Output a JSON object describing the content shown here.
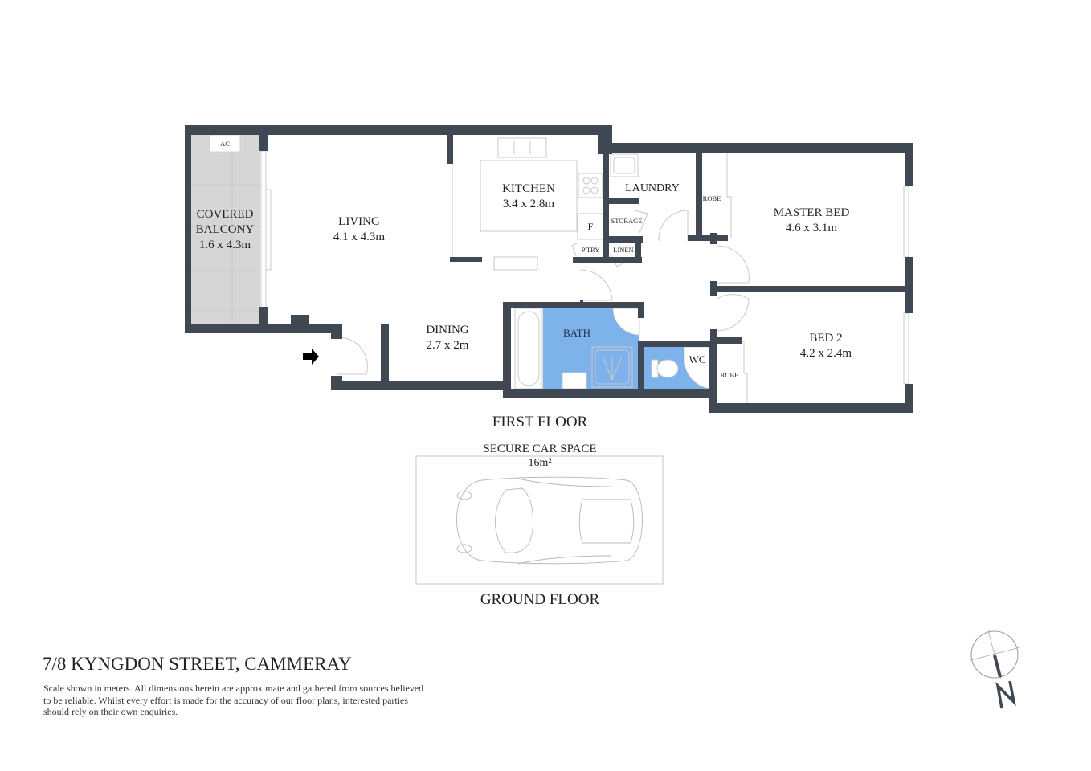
{
  "colors": {
    "wall": "#3f4853",
    "balcony_fill": "#d6d6d6",
    "wet_area_fill": "#7db3ea",
    "fixture_line": "#c9c9c9",
    "text": "#222222"
  },
  "plan": {
    "first_floor": {
      "label": "FIRST FLOOR",
      "rooms": [
        {
          "name": "COVERED",
          "name2": "BALCONY",
          "dims": "1.6 x 4.3m"
        },
        {
          "name": "LIVING",
          "dims": "4.1 x 4.3m"
        },
        {
          "name": "KITCHEN",
          "dims": "3.4 x 2.8m"
        },
        {
          "name": "DINING",
          "dims": "2.7 x 2m"
        },
        {
          "name": "LAUNDRY"
        },
        {
          "name": "MASTER BED",
          "dims": "4.6 x 3.1m"
        },
        {
          "name": "BED 2",
          "dims": "4.2 x 2.4m"
        },
        {
          "name": "BATH"
        },
        {
          "name": "WC"
        }
      ],
      "small_labels": {
        "ac": "AC",
        "fridge": "F",
        "pantry": "P'TRY",
        "storage": "STORAGE",
        "linen": "LINEN",
        "robe_master": "ROBE",
        "robe_bed2": "ROBE"
      },
      "entry_icon": "entry-arrow-icon"
    },
    "ground_floor": {
      "label": "GROUND FLOOR",
      "car_space_label": "SECURE CAR SPACE",
      "car_space_area": "16m²",
      "car_icon": "car-icon"
    },
    "compass": {
      "icon": "north-arrow-icon",
      "letter": "N"
    }
  },
  "footer": {
    "address": "7/8 KYNGDON STREET, CAMMERAY",
    "disclaimer": "Scale shown in meters. All dimensions herein are approximate and gathered from sources believed to be  reliable. Whilst every effort is made for the accuracy of our floor plans, interested parties should rely on their own enquiries."
  }
}
